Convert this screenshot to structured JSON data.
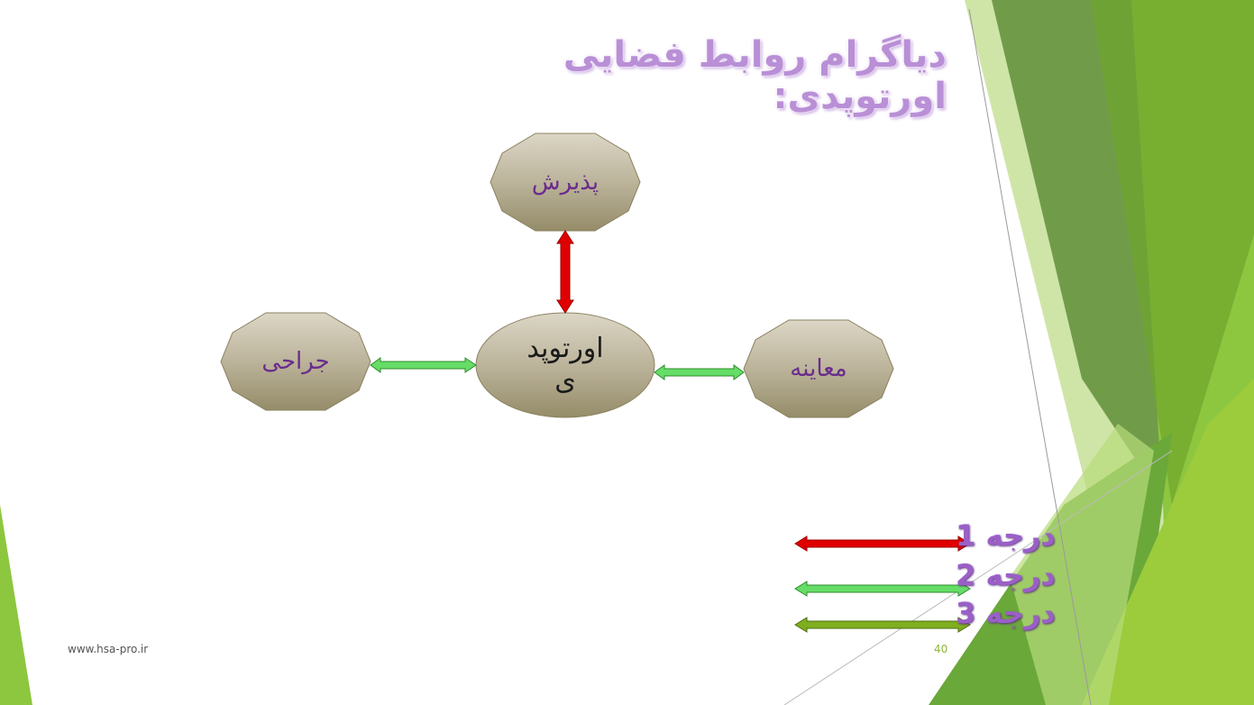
{
  "slide": {
    "title": "دیاگرام روابط فضایی اورتوپدی:",
    "footer_url": "www.hsa-pro.ir",
    "page_number": "40"
  },
  "diagram": {
    "nodes": {
      "top": "پذیرش",
      "center_line1": "اورتوپد",
      "center_line2": "ی",
      "left": "جراحی",
      "right": "معاینه"
    },
    "connections": [
      {
        "from": "پذیرش",
        "to": "اورتوپدی",
        "degree": 1
      },
      {
        "from": "جراحی",
        "to": "اورتوپدی",
        "degree": 2
      },
      {
        "from": "معاینه",
        "to": "اورتوپدی",
        "degree": 2
      }
    ]
  },
  "legend": [
    {
      "label": "درجه 1",
      "color": "#e00000"
    },
    {
      "label": "درجه 2",
      "color": "#55d05a"
    },
    {
      "label": "درجه 3",
      "color": "#7fae1e"
    }
  ],
  "colors": {
    "node_fill_top": "#d8d2c2",
    "node_fill_bottom": "#9a9272",
    "accent_green": "#8dc63f"
  }
}
